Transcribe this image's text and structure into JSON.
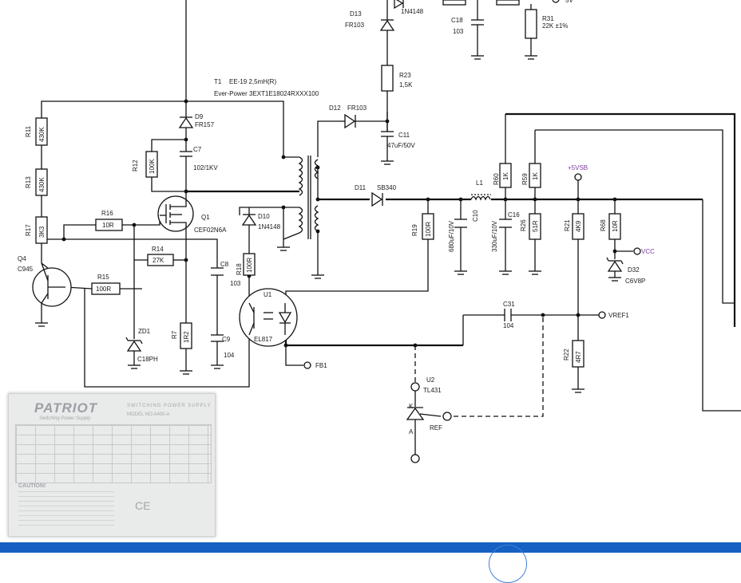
{
  "schematic": {
    "transformer": {
      "name": "T1",
      "spec": "EE-19 2,5mH(R)",
      "part": "Ever-Power 3EXT1E18024RXXX100"
    },
    "parts": {
      "D13": {
        "ref": "D13",
        "value": "FR103"
      },
      "D14_value": "1N4148",
      "C18": {
        "ref": "C18",
        "value": "103"
      },
      "R31": {
        "ref": "R31",
        "value": "22K ±1%"
      },
      "R23": {
        "ref": "R23",
        "value": "1,5K"
      },
      "D9": {
        "ref": "D9",
        "value": "FR157"
      },
      "C7": {
        "ref": "C7",
        "value": "102/1KV"
      },
      "R12": {
        "ref": "R12",
        "value": "100K"
      },
      "R11": {
        "ref": "R11",
        "value": "430K"
      },
      "R13": {
        "ref": "R13",
        "value": "430K"
      },
      "R17": {
        "ref": "R17",
        "value": "3K3"
      },
      "D12": {
        "ref": "D12",
        "value": "FR103"
      },
      "C11": {
        "ref": "C11",
        "value": "47uF/50V"
      },
      "D11": {
        "ref": "D11",
        "value": "SB340"
      },
      "L1": {
        "ref": "L1"
      },
      "R60": {
        "ref": "R60",
        "value": "1K"
      },
      "R59": {
        "ref": "R59",
        "value": "1K"
      },
      "R16": {
        "ref": "R16",
        "value": "10R"
      },
      "Q1": {
        "ref": "Q1",
        "value": "CEF02N6A"
      },
      "D10": {
        "ref": "D10",
        "value": "1N4148"
      },
      "R19": {
        "ref": "R19",
        "value": "100R"
      },
      "C10": {
        "ref": "C10",
        "value": "680uF/10V"
      },
      "C16": {
        "ref": "C16",
        "value": "330uF/10V"
      },
      "R26": {
        "ref": "R26",
        "value": "51R"
      },
      "R21": {
        "ref": "R21",
        "value": "4K9"
      },
      "R68": {
        "ref": "R68",
        "value": "10R"
      },
      "R14": {
        "ref": "R14",
        "value": "27K"
      },
      "C8": {
        "ref": "C8",
        "value": "103"
      },
      "R18": {
        "ref": "R18",
        "value": "100R"
      },
      "Q4": {
        "ref": "Q4",
        "value": "C945"
      },
      "R15": {
        "ref": "R15",
        "value": "100R"
      },
      "D32": {
        "ref": "D32",
        "value": "C6V8P"
      },
      "U1": {
        "ref": "U1",
        "value": "EL817"
      },
      "C31": {
        "ref": "C31",
        "value": "104"
      },
      "ZD1": {
        "ref": "ZD1",
        "value": "C18PH"
      },
      "R7": {
        "ref": "R7",
        "value": "1R2"
      },
      "C9": {
        "ref": "C9",
        "value": "104"
      },
      "R22": {
        "ref": "R22",
        "value": "4R7"
      },
      "U2": {
        "ref": "U2",
        "value": "TL431"
      },
      "pin_K": "K",
      "pin_A": "A",
      "pin_REF": "REF"
    },
    "nets": {
      "vsb": "+5VSB",
      "vcc": "VCC",
      "vref1": "VREF1",
      "fb1": "FB1",
      "top_right": "5V"
    },
    "colors": {
      "wire": "#111111",
      "net_label": "#7a3ea0",
      "footer": "#1560c2"
    }
  },
  "label_photo": {
    "brand": "PATRIOT",
    "subtitle": "Switching Power Supply",
    "line1": "SWITCHING POWER SUPPLY",
    "line2": "MODEL NO:A400-A",
    "caution": "CAUTION!",
    "ce": "CE"
  }
}
